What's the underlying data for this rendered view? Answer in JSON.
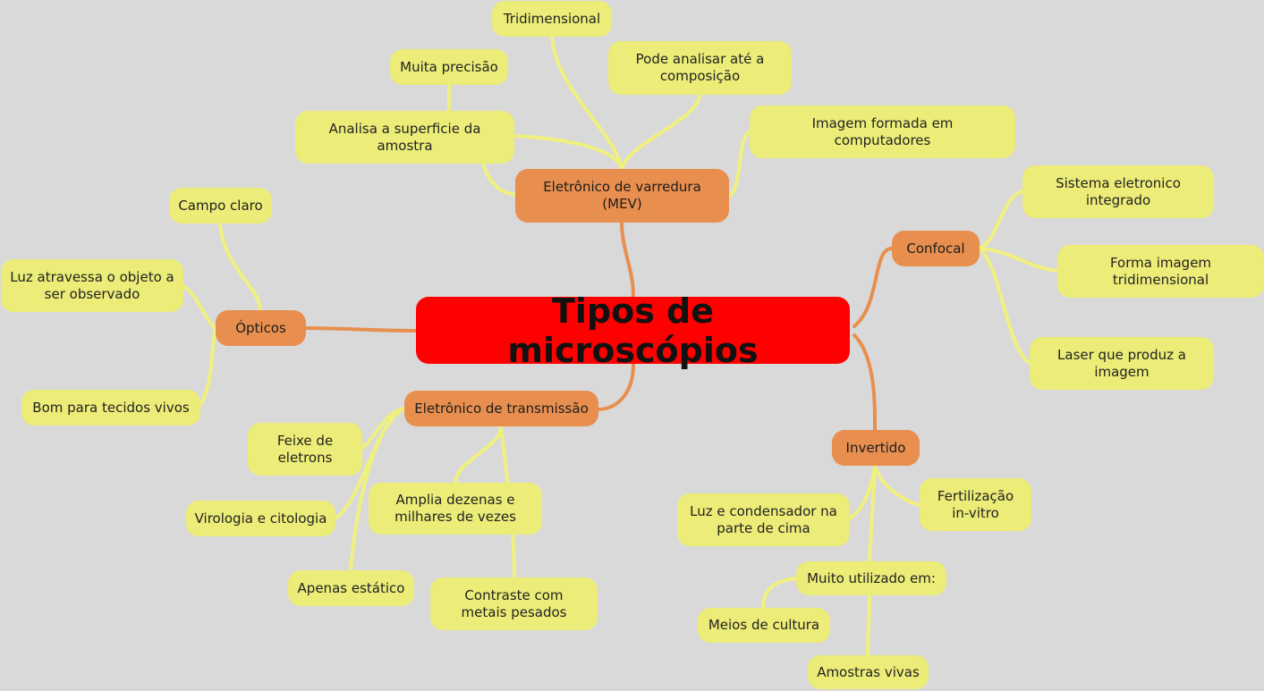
{
  "colors": {
    "background": "#d9d9d9",
    "root": "#ff0000",
    "branch": "#e88f4f",
    "leaf": "#ecec78",
    "branch_link": "#e88f4f",
    "leaf_link": "#f0f07e"
  },
  "root": {
    "label": "Tipos de microscópios"
  },
  "branches": {
    "mev": {
      "label": "Eletrônico de varredura\n(MEV)"
    },
    "opticos": {
      "label": "Ópticos"
    },
    "transmissao": {
      "label": "Eletrônico de transmissão"
    },
    "confocal": {
      "label": "Confocal"
    },
    "invertido": {
      "label": "Invertido"
    }
  },
  "leaves": {
    "tridimensional": {
      "label": "Tridimensional"
    },
    "muita_precisao": {
      "label": "Muita precisão"
    },
    "composicao": {
      "label": "Pode analisar até a\ncomposição"
    },
    "superficie": {
      "label": "Analisa a superficie da\namostra"
    },
    "computadores": {
      "label": "Imagem formada em\ncomputadores"
    },
    "campo_claro": {
      "label": "Campo claro"
    },
    "luz_atravessa": {
      "label": "Luz atravessa o objeto a\nser observado"
    },
    "tecidos_vivos": {
      "label": "Bom para tecidos vivos"
    },
    "sistema_eletronico": {
      "label": "Sistema eletronico\nintegrado"
    },
    "forma_imagem": {
      "label": "Forma imagem\ntridimensional"
    },
    "laser": {
      "label": "Laser que produz a\nimagem"
    },
    "feixe": {
      "label": "Feixe de\neletrons"
    },
    "virologia": {
      "label": "Virologia e citologia"
    },
    "apenas_estatico": {
      "label": "Apenas estático"
    },
    "amplia": {
      "label": "Amplia dezenas e\nmilhares de vezes"
    },
    "contraste": {
      "label": "Contraste com\nmetais pesados"
    },
    "fertilizacao": {
      "label": "Fertilização\nin-vitro"
    },
    "luz_condensador": {
      "label": "Luz e condensador na\nparte de cima"
    },
    "muito_utilizado": {
      "label": "Muito utilizado em:"
    },
    "meios_cultura": {
      "label": "Meios de cultura"
    },
    "amostras_vivas": {
      "label": "Amostras vivas"
    }
  }
}
